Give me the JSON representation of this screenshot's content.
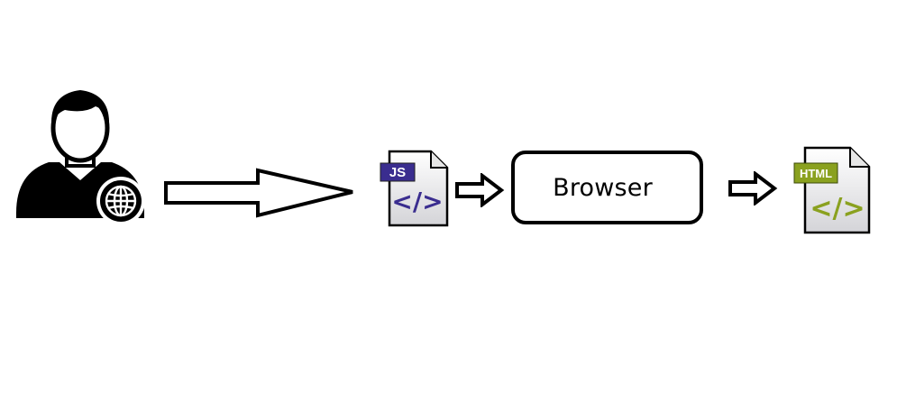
{
  "diagram": {
    "nodes": [
      {
        "id": "user",
        "kind": "user-globe-icon"
      },
      {
        "id": "js_file",
        "kind": "file-icon",
        "badge": "JS",
        "accent": "#3a2d8f"
      },
      {
        "id": "browser",
        "kind": "rounded-box",
        "label": "Browser"
      },
      {
        "id": "html_file",
        "kind": "file-icon",
        "badge": "HTML",
        "accent": "#8aa11f"
      }
    ],
    "edges": [
      {
        "from": "user",
        "to": "js_file",
        "style": "large-outline-arrow"
      },
      {
        "from": "js_file",
        "to": "browser",
        "style": "small-outline-arrow"
      },
      {
        "from": "browser",
        "to": "html_file",
        "style": "small-outline-arrow"
      }
    ]
  },
  "js_file": {
    "badge": "JS",
    "code_glyph": "</>"
  },
  "browser": {
    "label": "Browser"
  },
  "html_file": {
    "badge": "HTML",
    "code_glyph": "</>"
  },
  "colors": {
    "js_accent": "#3a2d8f",
    "html_accent": "#8aa11f",
    "outline": "#000000"
  }
}
